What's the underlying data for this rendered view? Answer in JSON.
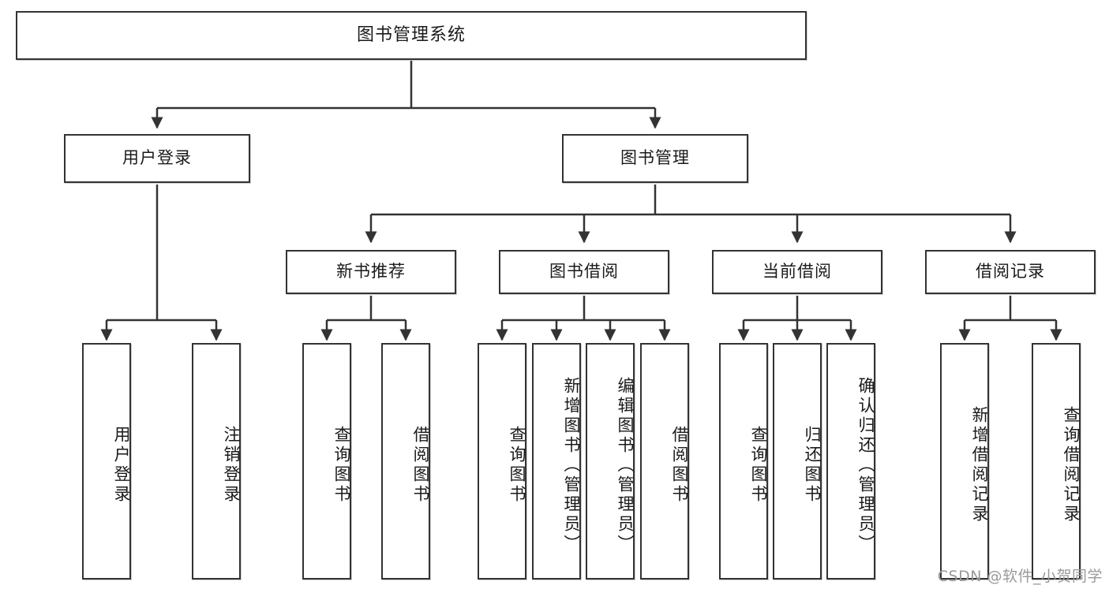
{
  "diagram": {
    "title": "图书管理系统",
    "type": "hierarchy-tree",
    "watermark": "CSDN @软件_小贺同学",
    "colors": {
      "node_border": "#333333",
      "node_fill": "#ffffff",
      "connector": "#333333",
      "watermark": "#9a9a9a",
      "background": "#ffffff"
    },
    "nodes": {
      "root": {
        "label": "图书管理系统"
      },
      "level2": [
        {
          "label": "用户登录"
        },
        {
          "label": "图书管理"
        }
      ],
      "level3": [
        {
          "label": "新书推荐"
        },
        {
          "label": "图书借阅"
        },
        {
          "label": "当前借阅"
        },
        {
          "label": "借阅记录"
        }
      ],
      "leaves": {
        "user_login": [
          {
            "label": "用户登录"
          },
          {
            "label": "注销登录"
          }
        ],
        "new_book": [
          {
            "label": "查询图书"
          },
          {
            "label": "借阅图书"
          }
        ],
        "book_borrow": [
          {
            "label": "查询图书"
          },
          {
            "label": "新增图书（管理员）"
          },
          {
            "label": "编辑图书（管理员）"
          },
          {
            "label": "借阅图书"
          }
        ],
        "current_borrow": [
          {
            "label": "查询图书"
          },
          {
            "label": "归还图书"
          },
          {
            "label": "确认归还（管理员）"
          }
        ],
        "borrow_record": [
          {
            "label": "新增借阅记录"
          },
          {
            "label": "查询借阅记录"
          }
        ]
      }
    }
  }
}
